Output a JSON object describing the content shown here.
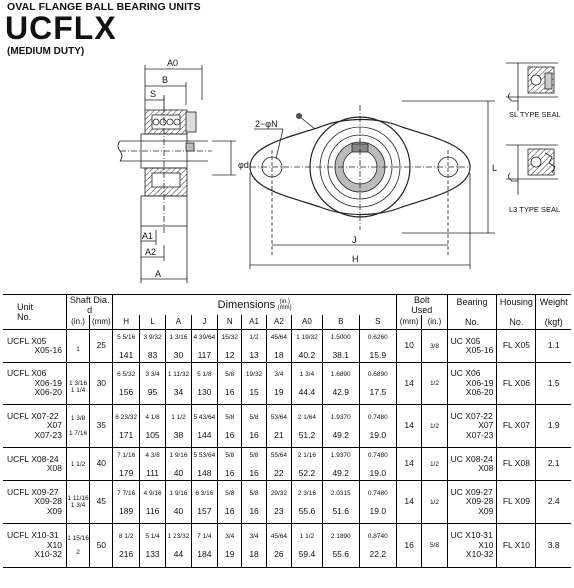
{
  "header": {
    "category": "OVAL FLANGE BALL BEARING UNITS",
    "series": "UCFLX",
    "duty": "(MEDIUM DUTY)"
  },
  "drawing": {
    "labels": {
      "A0": "A0",
      "B": "B",
      "S": "S",
      "A1": "A1",
      "A2": "A2",
      "A": "A",
      "N": "2−φN",
      "d": "φd",
      "L": "L",
      "J": "J",
      "H": "H"
    },
    "seals": [
      "SL TYPE SEAL",
      "L3 TYPE SEAL"
    ]
  },
  "table": {
    "headers": {
      "unit": "Unit",
      "unit_no": "No.",
      "shaft": "Shaft Dia.",
      "shaft_d": "d",
      "in": "(in.)",
      "mm": "(mm)",
      "dimensions": "Dimensions",
      "dim_unit_in": "(in.)",
      "dim_unit_mm": "(mm)",
      "bolt": "Bolt",
      "bolt_used": "Used",
      "bolt_mm": "(mm)",
      "bolt_in": "(in.)",
      "bearing": "Bearing",
      "bearing_no": "No.",
      "housing": "Housing",
      "housing_no": "No.",
      "weight": "Weight",
      "weight_unit": "(kgf)",
      "cols": [
        "H",
        "L",
        "A",
        "J",
        "N",
        "A1",
        "A2",
        "A0",
        "B",
        "S"
      ]
    },
    "groups": [
      {
        "units": [
          "UCFL X05",
          "X05-16"
        ],
        "d_in": [
          "",
          "1"
        ],
        "d_mm": "25",
        "dims_in": [
          "5 5/16",
          "3 9/32",
          "1 3/16",
          "4 39/64",
          "15/32",
          "1/2",
          "45/64",
          "1 19/32",
          "1.5000",
          "0.6260"
        ],
        "dims_mm": [
          "141",
          "83",
          "30",
          "117",
          "12",
          "13",
          "18",
          "40.2",
          "38.1",
          "15.9"
        ],
        "bolt_mm": "10",
        "bolt_in": "3/8",
        "bearings": [
          "UC X05",
          "X05-16"
        ],
        "housing": "FL X05",
        "weight": "1.1"
      },
      {
        "units": [
          "UCFL X06",
          "X06-19",
          "X06-20"
        ],
        "d_in": [
          "",
          "1 3/16",
          "1 1/4"
        ],
        "d_mm": "30",
        "dims_in": [
          "6 5/32",
          "3 3/4",
          "1 11/32",
          "5 1/8",
          "5/8",
          "19/32",
          "3/4",
          "1 3/4",
          "1.6890",
          "0.6890"
        ],
        "dims_mm": [
          "156",
          "95",
          "34",
          "130",
          "16",
          "15",
          "19",
          "44.4",
          "42.9",
          "17.5"
        ],
        "bolt_mm": "14",
        "bolt_in": "1/2",
        "bearings": [
          "UC X06",
          "X06-19",
          "X06-20"
        ],
        "housing": "FL X06",
        "weight": "1.5"
      },
      {
        "units": [
          "UCFL X07-22",
          "X07",
          "X07-23"
        ],
        "d_in": [
          "1 3/8",
          "",
          "1 7/16"
        ],
        "d_mm": "35",
        "dims_in": [
          "6 23/32",
          "4 1/8",
          "1 1/2",
          "5 43/64",
          "5/8",
          "5/8",
          "53/64",
          "2 1/64",
          "1.9370",
          "0.7480"
        ],
        "dims_mm": [
          "171",
          "105",
          "38",
          "144",
          "16",
          "16",
          "21",
          "51.2",
          "49.2",
          "19.0"
        ],
        "bolt_mm": "14",
        "bolt_in": "1/2",
        "bearings": [
          "UC X07-22",
          "X07",
          "X07-23"
        ],
        "housing": "FL X07",
        "weight": "1.9"
      },
      {
        "units": [
          "UCFL X08-24",
          "X08"
        ],
        "d_in": [
          "1 1/2",
          ""
        ],
        "d_mm": "40",
        "dims_in": [
          "7 1/16",
          "4 3/8",
          "1 9/16",
          "5 53/64",
          "5/8",
          "5/8",
          "55/64",
          "2 1/16",
          "1.9370",
          "0.7480"
        ],
        "dims_mm": [
          "179",
          "111",
          "40",
          "148",
          "16",
          "16",
          "22",
          "52.2",
          "49.2",
          "19.0"
        ],
        "bolt_mm": "14",
        "bolt_in": "1/2",
        "bearings": [
          "UC X08-24",
          "X08"
        ],
        "housing": "FL X08",
        "weight": "2.1"
      },
      {
        "units": [
          "UCFL X09-27",
          "X09-28",
          "X09"
        ],
        "d_in": [
          "1 11/16",
          "1 3/4",
          ""
        ],
        "d_mm": "45",
        "dims_in": [
          "7 7/16",
          "4 9/16",
          "1 9/16",
          "6 3/16",
          "5/8",
          "5/8",
          "29/32",
          "2 3/16",
          "2.0315",
          "0.7480"
        ],
        "dims_mm": [
          "189",
          "116",
          "40",
          "157",
          "16",
          "16",
          "23",
          "55.6",
          "51.6",
          "19.0"
        ],
        "bolt_mm": "14",
        "bolt_in": "1/2",
        "bearings": [
          "UC X09-27",
          "X09-28",
          "X09"
        ],
        "housing": "FL X09",
        "weight": "2.4"
      },
      {
        "units": [
          "UCFL X10-31",
          "X10",
          "X10-32"
        ],
        "d_in": [
          "1 15/16",
          "",
          "2"
        ],
        "d_mm": "50",
        "dims_in": [
          "8 1/2",
          "5 1/4",
          "1 23/32",
          "7 1/4",
          "3/4",
          "3/4",
          "45/64",
          "1 1/2",
          "2.1890",
          "0.8740"
        ],
        "dims_mm": [
          "216",
          "133",
          "44",
          "184",
          "19",
          "18",
          "26",
          "59.4",
          "55.6",
          "22.2"
        ],
        "bolt_mm": "16",
        "bolt_in": "5/8",
        "bearings": [
          "UC X10-31",
          "X10",
          "X10-32"
        ],
        "housing": "FL X10",
        "weight": "3.8"
      }
    ]
  }
}
